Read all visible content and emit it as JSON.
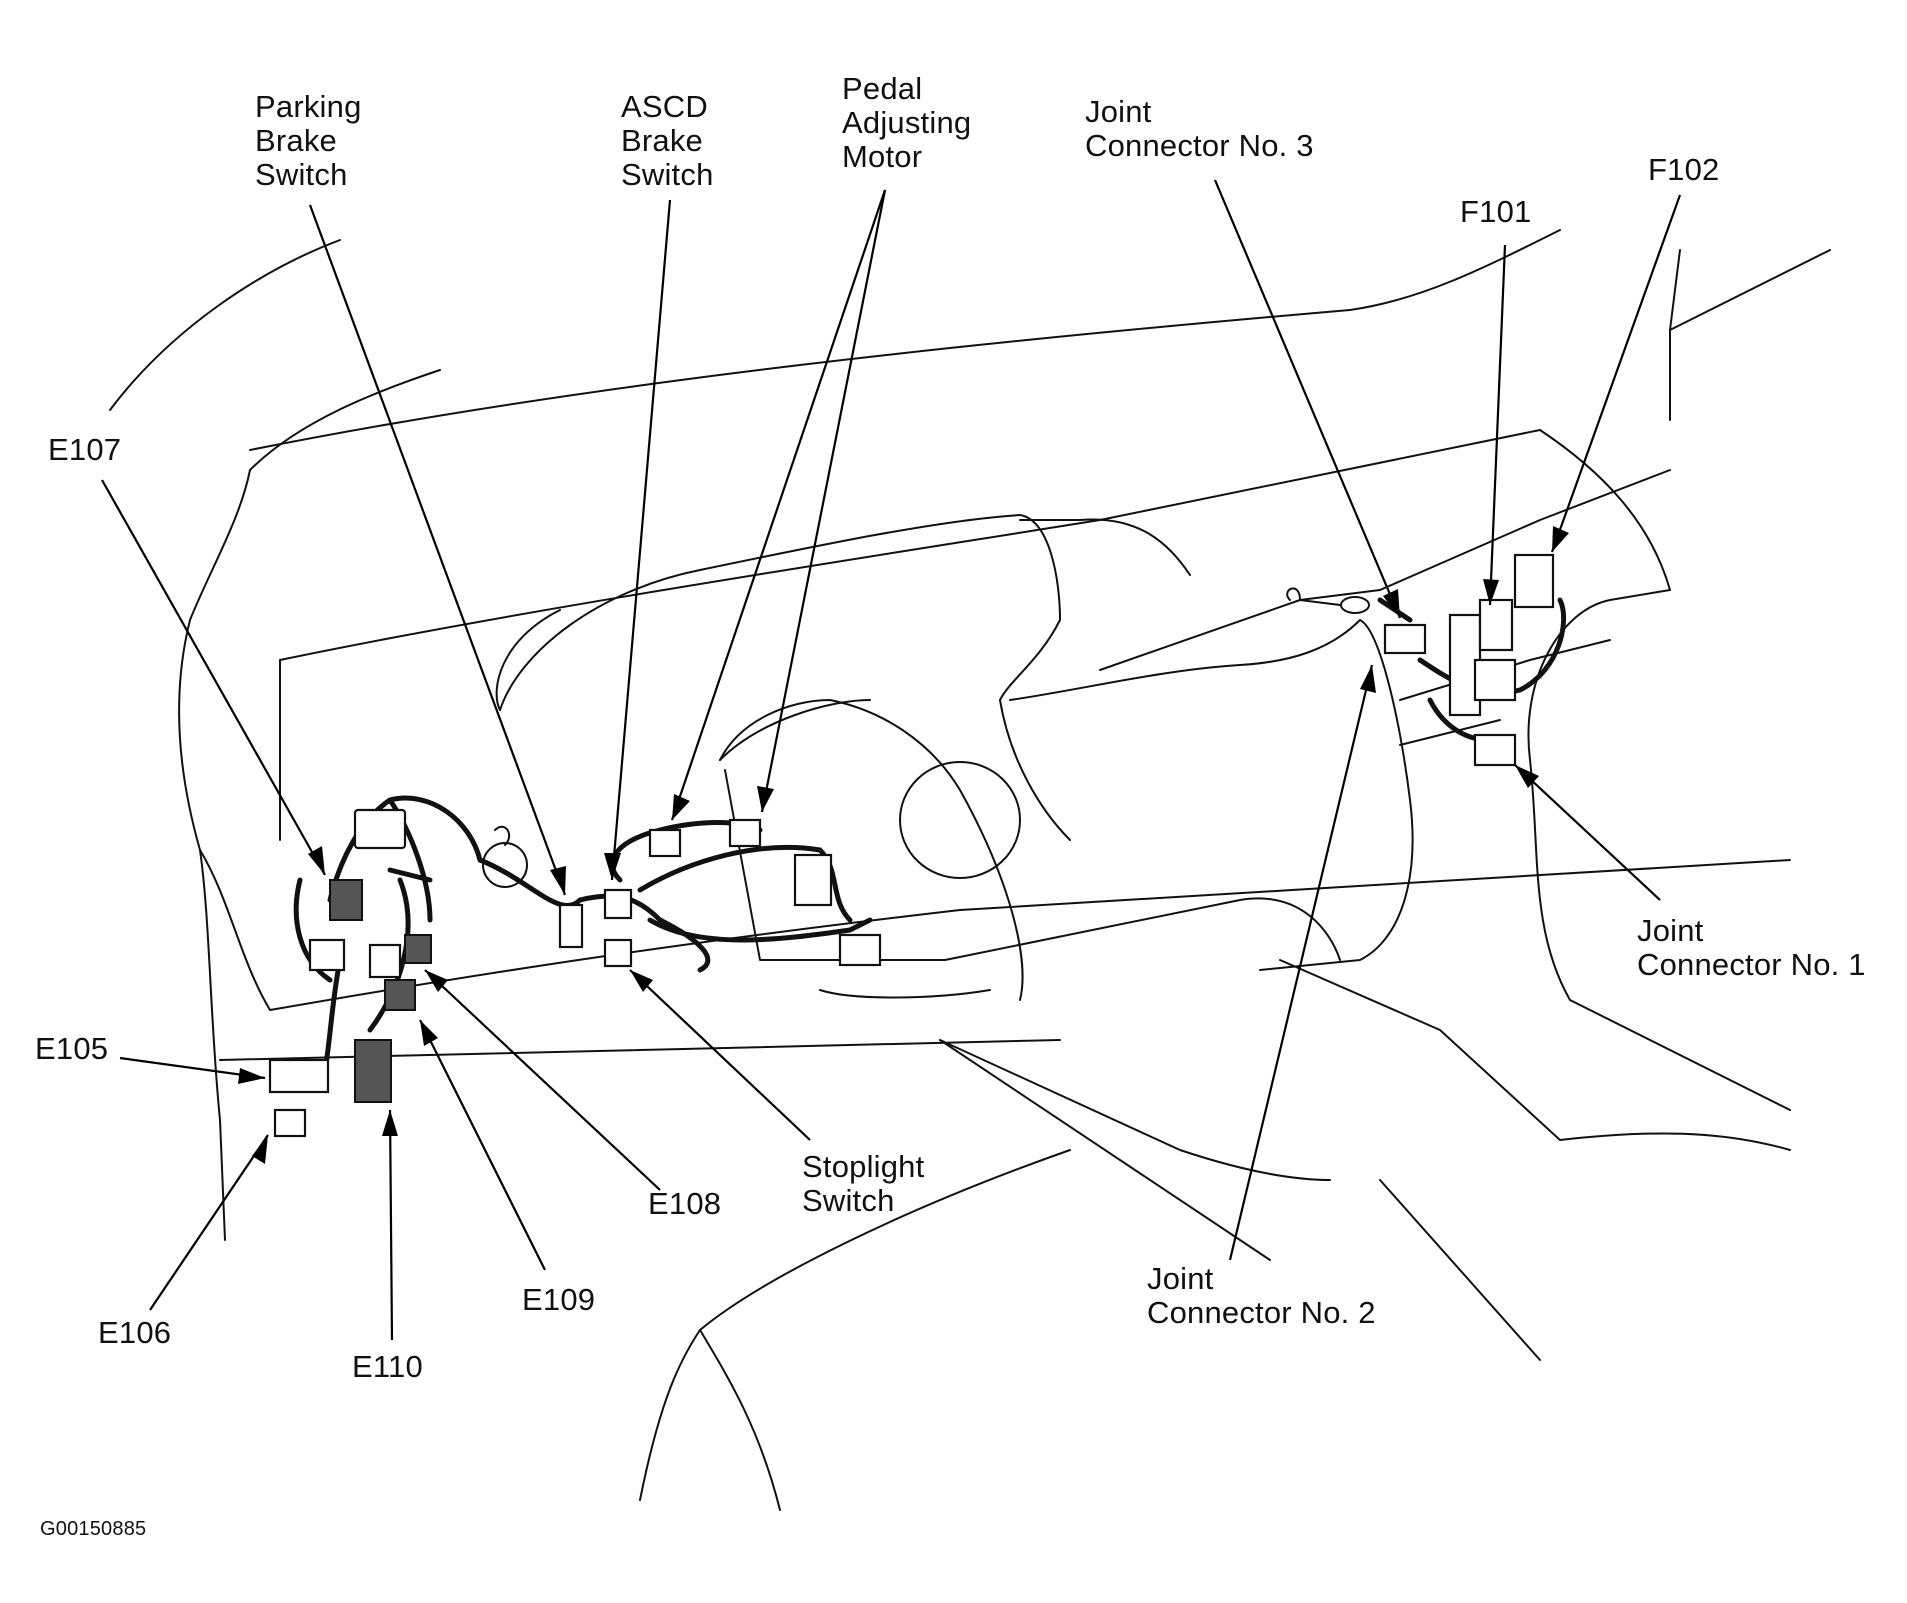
{
  "labels": {
    "parking_brake_switch": "Parking\nBrake\nSwitch",
    "ascd_brake_switch": "ASCD\nBrake\nSwitch",
    "pedal_adjusting_motor": "Pedal\nAdjusting\nMotor",
    "joint_connector_3": "Joint\nConnector No. 3",
    "f101": "F101",
    "f102": "F102",
    "e107": "E107",
    "e105": "E105",
    "e106": "E106",
    "e110": "E110",
    "e109": "E109",
    "e108": "E108",
    "stoplight_switch": "Stoplight\nSwitch",
    "joint_connector_2": "Joint\nConnector No. 2",
    "joint_connector_1": "Joint\nConnector No. 1"
  },
  "figure_id": "G00150885"
}
